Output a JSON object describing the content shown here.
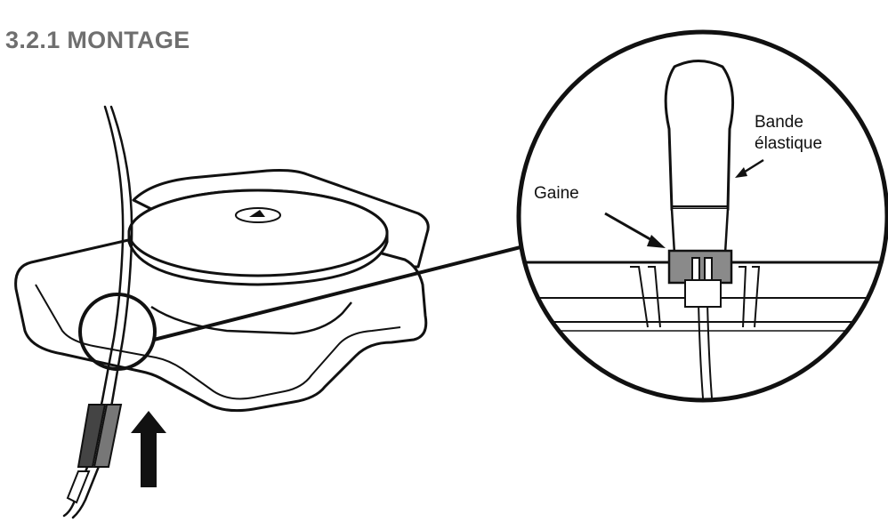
{
  "title": "3.2.1 MONTAGE",
  "labels": {
    "band_line1": "Bande",
    "band_line2": "élastique",
    "sheath": "Gaine"
  },
  "icons": [
    "mount-base",
    "sensor-cable",
    "upward-arrow",
    "zoom-magnifier"
  ]
}
